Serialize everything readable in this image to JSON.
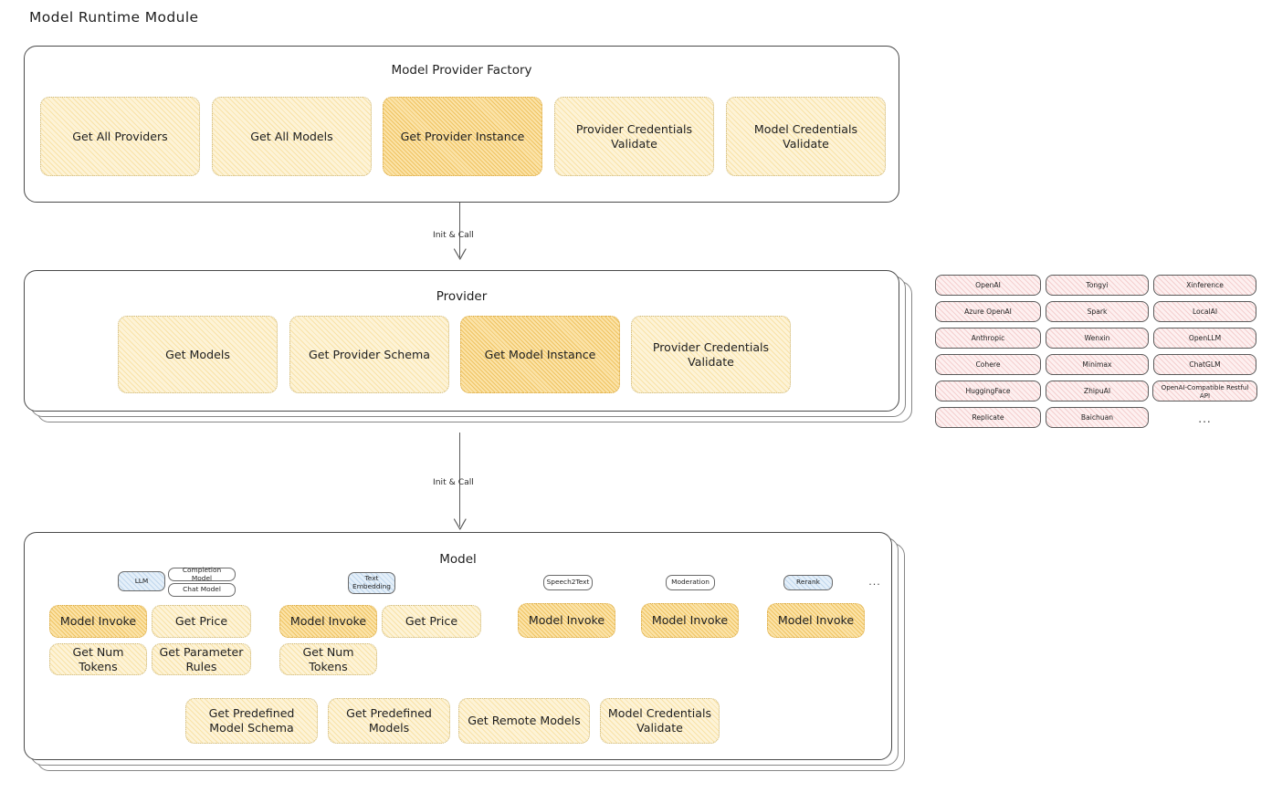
{
  "title": "Model Runtime Module",
  "factory": {
    "label": "Model Provider Factory",
    "nodes": [
      {
        "label": "Get All Providers",
        "highlight": false
      },
      {
        "label": "Get All Models",
        "highlight": false
      },
      {
        "label": "Get Provider Instance",
        "highlight": true
      },
      {
        "label": "Provider Credentials Validate",
        "highlight": false
      },
      {
        "label": "Model Credentials Validate",
        "highlight": false
      }
    ]
  },
  "arrows": [
    {
      "label": "Init & Call"
    },
    {
      "label": "Init & Call"
    }
  ],
  "provider": {
    "label": "Provider",
    "nodes": [
      {
        "label": "Get Models",
        "highlight": false
      },
      {
        "label": "Get Provider Schema",
        "highlight": false
      },
      {
        "label": "Get Model Instance",
        "highlight": true
      },
      {
        "label": "Provider Credentials Validate",
        "highlight": false
      }
    ]
  },
  "provider_list": {
    "columns": [
      [
        "OpenAI",
        "Azure OpenAI",
        "Anthropic",
        "Cohere",
        "HuggingFace",
        "Replicate"
      ],
      [
        "Tongyi",
        "Spark",
        "Wenxin",
        "Minimax",
        "ZhipuAI",
        "Baichuan"
      ],
      [
        "Xinference",
        "LocalAI",
        "OpenLLM",
        "ChatGLM",
        "OpenAI-Compatible Restful API"
      ]
    ],
    "more": "..."
  },
  "model": {
    "label": "Model",
    "more": "...",
    "types": [
      {
        "name": "LLM",
        "tint": "blue",
        "subtypes": [
          "Completion Model",
          "Chat Model"
        ]
      },
      {
        "name": "Text Embedding",
        "tint": "blue",
        "subtypes": []
      },
      {
        "name": "Speech2Text",
        "tint": "none",
        "subtypes": []
      },
      {
        "name": "Moderation",
        "tint": "none",
        "subtypes": []
      },
      {
        "name": "Rerank",
        "tint": "blue",
        "subtypes": []
      }
    ],
    "groups": [
      {
        "nodes": [
          "Model Invoke",
          "Get Price",
          "Get Num Tokens",
          "Get Parameter Rules"
        ]
      },
      {
        "nodes": [
          "Model Invoke",
          "Get Price",
          "Get Num Tokens"
        ]
      },
      {
        "nodes": [
          "Model Invoke"
        ]
      },
      {
        "nodes": [
          "Model Invoke"
        ]
      },
      {
        "nodes": [
          "Model Invoke"
        ]
      }
    ],
    "common_nodes": [
      "Get Predefined Model Schema",
      "Get Predefined Models",
      "Get Remote Models",
      "Model Credentials Validate"
    ]
  },
  "colors": {
    "amber_fill": "#fdf3d7",
    "amber_strong": "#fbe3a8",
    "rose_fill": "#fdf0f0",
    "blue_fill": "#e4eff9",
    "stroke": "#4a4a4a",
    "text": "#1e1e1e"
  }
}
